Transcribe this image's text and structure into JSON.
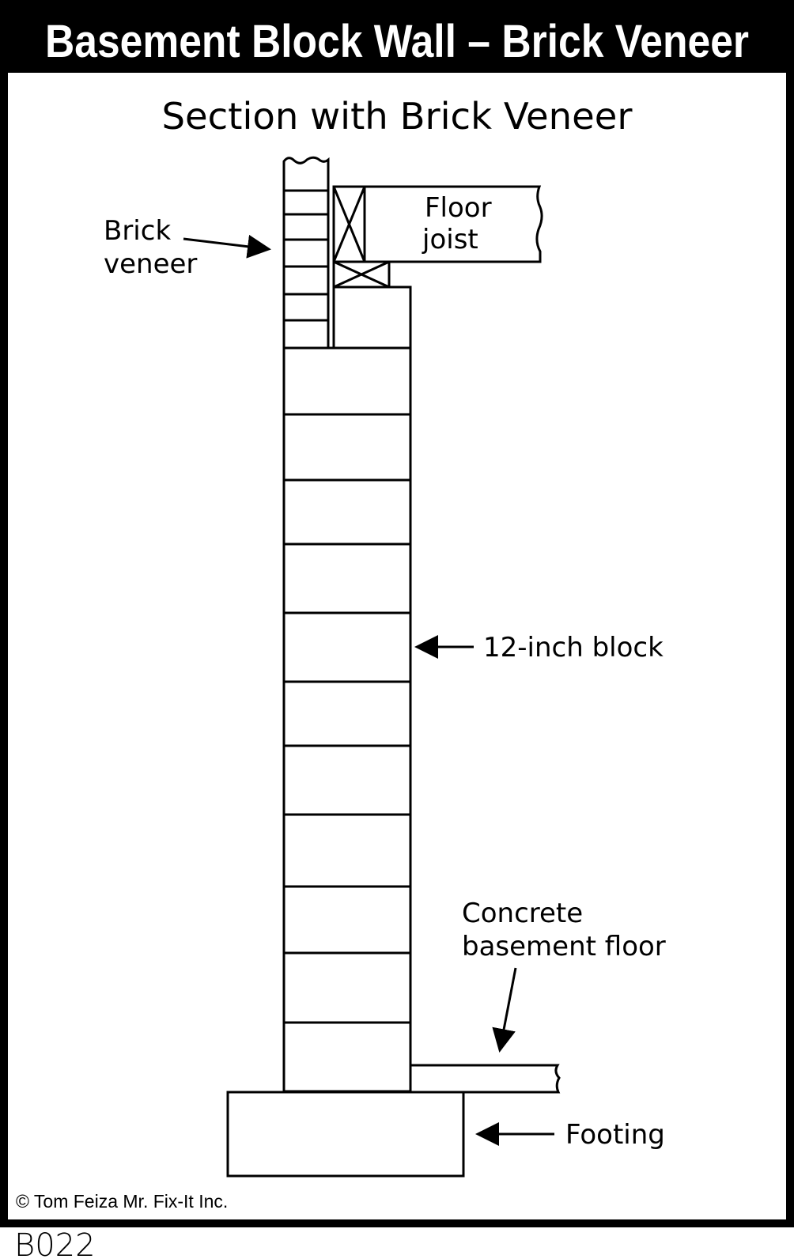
{
  "header": {
    "title": "Basement Block Wall – Brick Veneer",
    "background": "#000000"
  },
  "diagram": {
    "subtitle": "Section with Brick Veneer",
    "labels": {
      "brick_line1": "Brick",
      "brick_line2": "veneer",
      "joist_line1": "Floor",
      "joist_line2": "joist",
      "block": "12-inch block",
      "floor_line1": "Concrete",
      "floor_line2": "basement floor",
      "footing": "Footing"
    }
  },
  "footer": {
    "copyright": "© Tom Feiza Mr. Fix-It Inc.",
    "code": "B022"
  }
}
